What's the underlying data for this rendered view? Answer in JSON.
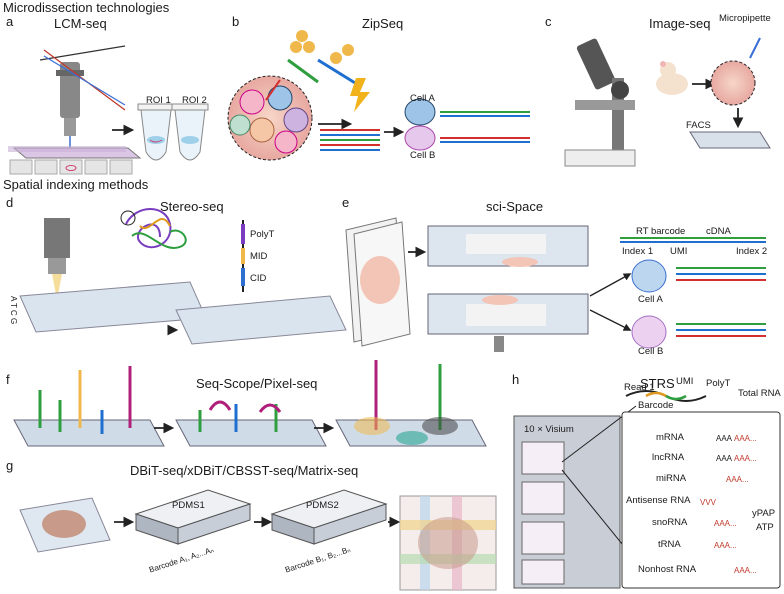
{
  "header": {
    "title": "Microdissection technologies"
  },
  "spatial": {
    "title": "Spatial indexing methods"
  },
  "panels": {
    "a": {
      "letter": "a",
      "title": "LCM-seq",
      "roi1": "ROI 1",
      "roi2": "ROI 2"
    },
    "b": {
      "letter": "b",
      "title": "ZipSeq",
      "cell_a": "Cell A",
      "cell_b": "Cell B"
    },
    "c": {
      "letter": "c",
      "title": "Image-seq",
      "micropipette": "Micropipette",
      "facs": "FACS"
    },
    "d": {
      "letter": "d",
      "title": "Stereo-seq",
      "polyt": "PolyT",
      "mid": "MID",
      "cid": "CID",
      "bases": "A T C G"
    },
    "e": {
      "letter": "e",
      "title": "sci-Space",
      "rt_barcode": "RT barcode",
      "cdna": "cDNA",
      "index1": "Index 1",
      "umi": "UMI",
      "index2": "Index 2",
      "cell_a": "Cell A",
      "cell_b": "Cell B"
    },
    "f": {
      "letter": "f",
      "title": "Seq-Scope/Pixel-seq"
    },
    "g": {
      "letter": "g",
      "title": "DBiT-seq/xDBiT/CBSST-seq/Matrix-seq",
      "pdms1": "PDMS1",
      "pdms2": "PDMS2",
      "barcode_a": "Barcode A₁, A₂...Aₙ",
      "barcode_b": "Barcode B₁, B₂...Bₙ"
    },
    "h": {
      "letter": "h",
      "title": "STRS",
      "visium": "10 × Visium",
      "read1": "Read 1",
      "umi": "UMI",
      "polyt": "PolyT",
      "barcode": "Barcode",
      "total_rna": "Total RNA",
      "rna_types": [
        "mRNA",
        "lncRNA",
        "miRNA",
        "Antisense RNA",
        "snoRNA",
        "tRNA",
        "Nonhost RNA"
      ],
      "ypap": "yPAP",
      "atp": "ATP",
      "aaa": "AAA",
      "aaa_red": "AAA...",
      "vvv": "VVV"
    }
  },
  "colors": {
    "pink_cell": "#f4b6c8",
    "blue_cell": "#9ec4e8",
    "purple_cell": "#cdb4e0",
    "barcode_red": "#d32f2f",
    "barcode_blue": "#1e6fd0",
    "barcode_green": "#2e9e3e",
    "slide": "#c9d6e6",
    "poly_a": "#c0392b"
  }
}
